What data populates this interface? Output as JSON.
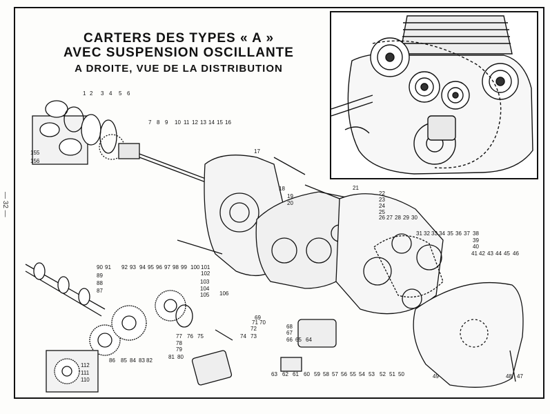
{
  "margin_number": "— 32 —",
  "title": {
    "line1": "CARTERS DES TYPES « A »",
    "line2": "AVEC SUSPENSION OSCILLANTE",
    "line3": "A DROITE, VUE DE LA DISTRIBUTION"
  },
  "callouts": {
    "c1": "1",
    "c2": "2",
    "c3": "3",
    "c4": "4",
    "c5": "5",
    "c6": "6",
    "c7": "7",
    "c8": "8",
    "c9": "9",
    "c10": "10",
    "c11": "11",
    "c12": "12",
    "c13": "13",
    "c14": "14",
    "c15": "15",
    "c16": "16",
    "c17": "17",
    "c18": "18",
    "c19": "19",
    "c20": "20",
    "c21": "21",
    "c22": "22",
    "c23": "23",
    "c24": "24",
    "c25": "25",
    "c26": "26",
    "c27": "27",
    "c28": "28",
    "c29": "29",
    "c30": "30",
    "c31": "31",
    "c32": "32",
    "c33": "33",
    "c34": "34",
    "c35": "35",
    "c36": "36",
    "c37": "37",
    "c38": "38",
    "c39": "39",
    "c40": "40",
    "c41": "41",
    "c42": "42",
    "c43": "43",
    "c44": "44",
    "c45": "45",
    "c46": "46",
    "c47": "47",
    "c48": "48",
    "c49": "49",
    "c50": "50",
    "c51": "51",
    "c52": "52",
    "c53": "53",
    "c54": "54",
    "c55": "55",
    "c56": "56",
    "c57": "57",
    "c58": "58",
    "c59": "59",
    "c60": "60",
    "c61": "61",
    "c62": "62",
    "c63": "63",
    "c64": "64",
    "c65": "65",
    "c66": "66",
    "c67": "67",
    "c68": "68",
    "c69": "69",
    "c70": "70",
    "c71": "71",
    "c72": "72",
    "c73": "73",
    "c74": "74",
    "c75": "75",
    "c76": "76",
    "c77": "77",
    "c78": "78",
    "c79": "79",
    "c80": "80",
    "c81": "81",
    "c82": "82",
    "c83": "83",
    "c84": "84",
    "c85": "85",
    "c86": "86",
    "c87": "87",
    "c88": "88",
    "c89": "89",
    "c90": "90",
    "c91": "91",
    "c92": "92",
    "c93": "93",
    "c94": "94",
    "c95": "95",
    "c96": "96",
    "c97": "97",
    "c98": "98",
    "c99": "99",
    "c100": "100",
    "c101": "101",
    "c102": "102",
    "c103": "103",
    "c104": "104",
    "c105": "105",
    "c106": "106",
    "c110": "110",
    "c111": "111",
    "c112": "112",
    "c155": "155",
    "c156": "156"
  }
}
